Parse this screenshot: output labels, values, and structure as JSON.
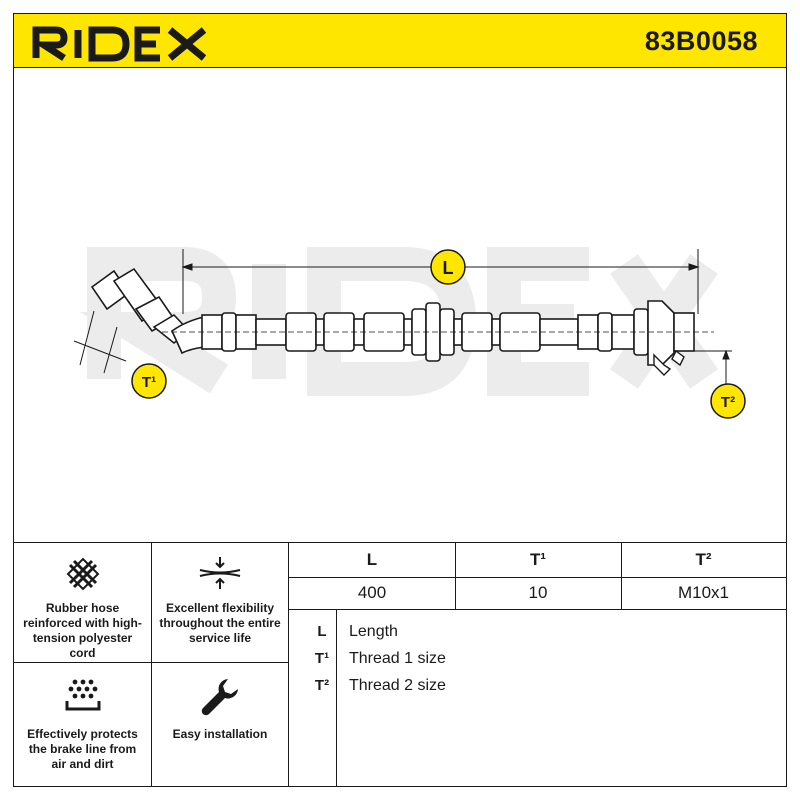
{
  "header": {
    "brand": "RIDEX",
    "part_number": "83B0058"
  },
  "drawing": {
    "watermark": "RIDEX",
    "dim_length": "L",
    "dim_thread1": "T¹",
    "dim_thread2": "T²"
  },
  "features": [
    {
      "icon": "net-mesh-icon",
      "label": "Rubber hose reinforced with high-tension polyester cord"
    },
    {
      "icon": "flex-compress-icon",
      "label": "Excellent flexibility throughout the entire service life"
    },
    {
      "icon": "dust-shield-icon",
      "label": "Effectively protects the brake line from air and dirt"
    },
    {
      "icon": "wrench-icon",
      "label": "Easy installation"
    }
  ],
  "specs": {
    "headers": [
      "L",
      "T¹",
      "T²"
    ],
    "values": [
      "400",
      "10",
      "M10x1"
    ]
  },
  "legend": [
    {
      "symbol": "L",
      "text": "Length"
    },
    {
      "symbol": "T¹",
      "text": "Thread 1 size"
    },
    {
      "symbol": "T²",
      "text": "Thread 2 size"
    }
  ],
  "colors": {
    "brand_yellow": "#ffe600",
    "ink": "#1a1a1a",
    "watermark": "#ececec"
  }
}
